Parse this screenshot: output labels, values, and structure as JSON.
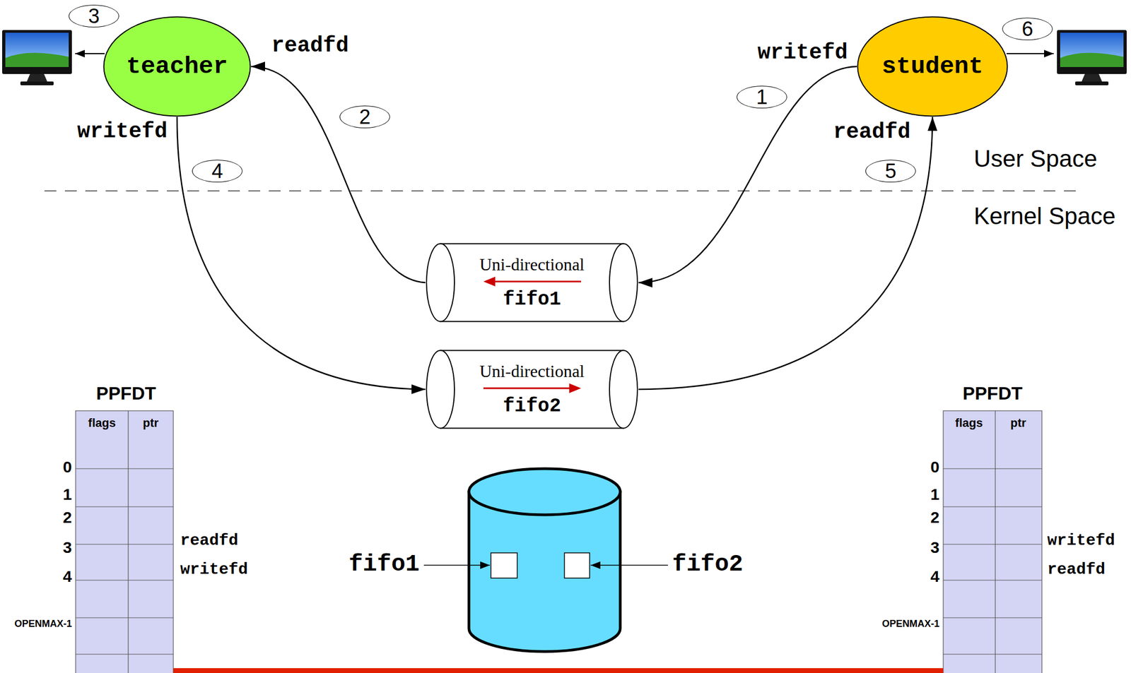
{
  "diagram": {
    "nodes": [
      {
        "text": [
          "teacher"
        ]
      },
      {
        "text": [
          "student"
        ]
      },
      {
        "text": [
          "Uni-directional",
          "fifo1"
        ]
      },
      {
        "text": [
          "Uni-directional",
          "fifo2"
        ]
      }
    ],
    "edges": [
      {
        "from": 1,
        "to": 2,
        "arrow": "to"
      },
      {
        "from": 2,
        "to": 0,
        "arrow": "to"
      },
      {
        "from": 0,
        "to": 3,
        "arrow": "to"
      },
      {
        "from": 3,
        "to": 1,
        "arrow": "to"
      }
    ],
    "labels": [
      "3",
      "readfd",
      "writefd",
      "2",
      "4",
      "writefd",
      "1",
      "6",
      "readfd",
      "5",
      "User Space",
      "Kernel Space",
      "PPFDT",
      "flags",
      "ptr",
      "0",
      "1",
      "2",
      "3",
      "4",
      "OPENMAX-1",
      "readfd",
      "writefd",
      "fifo1",
      "fifo2",
      "PPFDT",
      "flags",
      "ptr",
      "0",
      "1",
      "2",
      "3",
      "4",
      "OPENMAX-1",
      "writefd",
      "readfd"
    ]
  }
}
